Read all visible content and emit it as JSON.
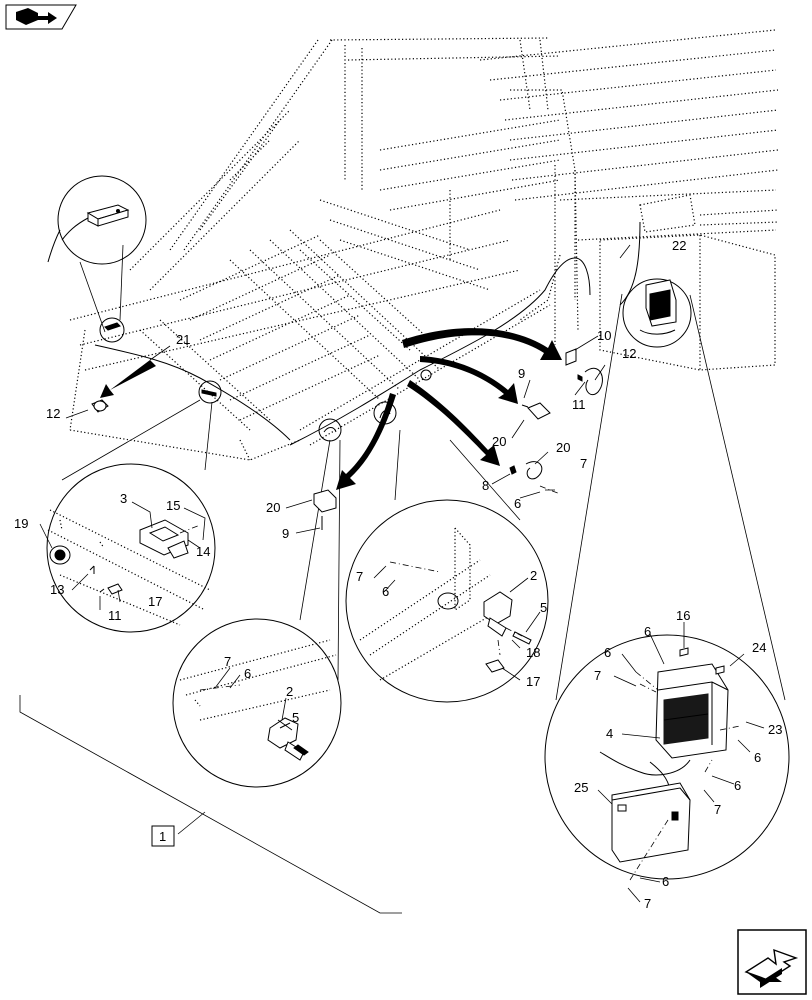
{
  "icons": {
    "top_left": "assembly-view-icon",
    "bottom_right": "next-page-arrow-icon"
  },
  "callouts": {
    "c1": "1",
    "c2a": "2",
    "c2b": "2",
    "c3": "3",
    "c4": "4",
    "c5a": "5",
    "c5b": "5",
    "c6a": "6",
    "c6b": "6",
    "c6c": "6",
    "c6d": "6",
    "c6e": "6",
    "c6f": "6",
    "c6g": "6",
    "c6h": "6",
    "c7a": "7",
    "c7b": "7",
    "c7c": "7",
    "c7d": "7",
    "c7e": "7",
    "c7f": "7",
    "c8": "8",
    "c9a": "9",
    "c9b": "9",
    "c10": "10",
    "c11a": "11",
    "c11b": "11",
    "c12a": "12",
    "c12b": "12",
    "c13": "13",
    "c14": "14",
    "c15": "15",
    "c16": "16",
    "c17a": "17",
    "c17b": "17",
    "c18": "18",
    "c19": "19",
    "c20a": "20",
    "c20b": "20",
    "c20c": "20",
    "c21": "21",
    "c22": "22",
    "c23": "23",
    "c24": "24",
    "c25": "25"
  }
}
